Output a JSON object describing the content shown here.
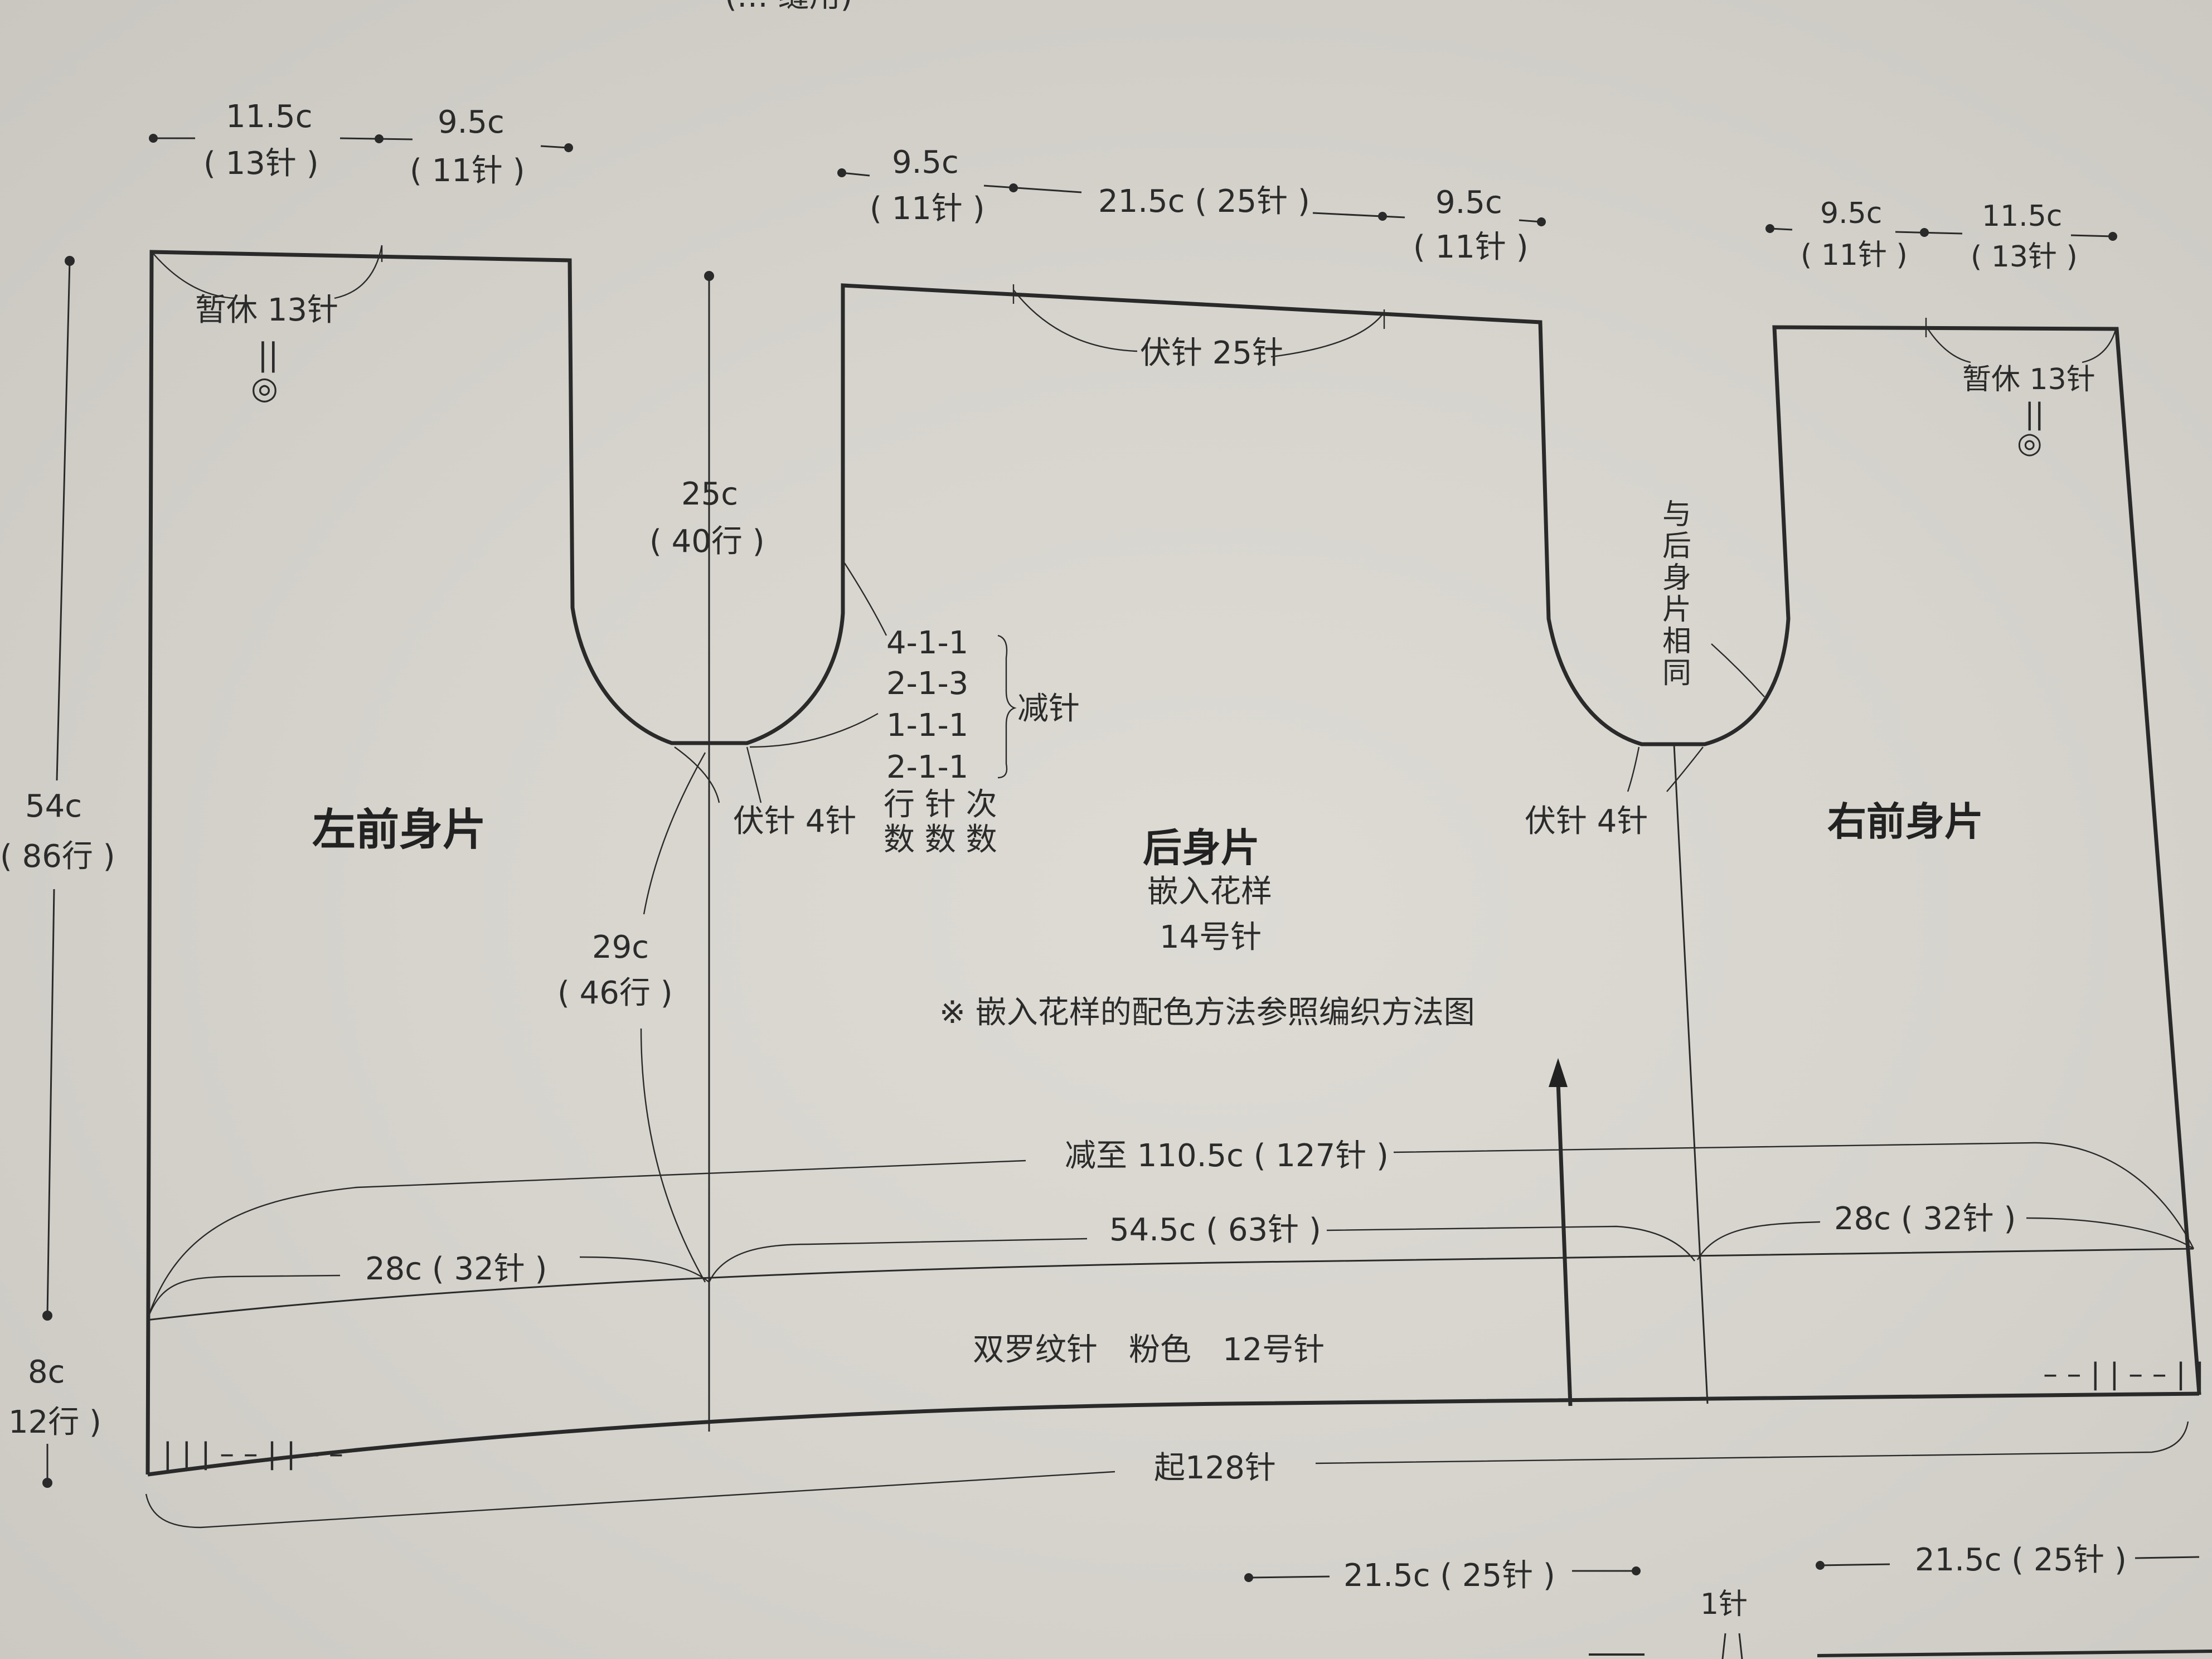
{
  "header_cut": "(… 缝用)",
  "panels": {
    "left_front": {
      "title": "左前身片"
    },
    "back": {
      "title": "后身片",
      "pattern": "嵌入花样",
      "needle": "14号针"
    },
    "right_front": {
      "title": "右前身片"
    }
  },
  "top_left": {
    "w1": "11.5c",
    "w1_st": "( 13针 )",
    "w2": "9.5c",
    "w2_st": "( 11针 )"
  },
  "top_mid": {
    "w1": "9.5c",
    "w1_st": "( 11针 )",
    "w2": "21.5c ( 25针 )",
    "w3": "9.5c",
    "w3_st": "( 11针 )"
  },
  "top_right": {
    "w1": "9.5c",
    "w1_st": "( 11针 )",
    "w2": "11.5c",
    "w2_st": "( 13针 )"
  },
  "holds": {
    "left": "暂休 13针",
    "left_eq": "||",
    "left_sym": "◎",
    "back": "伏针 25针",
    "right": "暂休 13针",
    "right_eq": "||",
    "right_sym": "◎"
  },
  "armhole": {
    "height": "25c",
    "rows": "( 40行 )",
    "decreases": [
      "4-1-1",
      "2-1-3",
      "1-1-1",
      "2-1-1"
    ],
    "decrease_label": "减针",
    "legend": [
      "行 针 次",
      "数 数 数"
    ],
    "bind_off_left": "伏针 4针",
    "bind_off_right": "伏针 4针",
    "same_as_back": "与后身片相同"
  },
  "body_len": {
    "value": "29c",
    "rows": "( 46行 )"
  },
  "total_len": {
    "value": "54c",
    "rows": "( 86行 )"
  },
  "rib_len": {
    "value": "8c",
    "rows": "12行 )"
  },
  "note": "※ 嵌入花样的配色方法参照编织方法图",
  "widths": {
    "reduce_to": "减至 110.5c ( 127针 )",
    "back": "54.5c ( 63针 )",
    "left": "28c ( 32针 )",
    "right": "28c ( 32针 )"
  },
  "rib": {
    "label": "双罗纹针　粉色　12号针",
    "mark_left": "| | | – – | | – –",
    "mark_right": "– – | | – – | | |"
  },
  "cast_on": "起128针",
  "bottom": {
    "left": "21.5c ( 25针 )",
    "right": "21.5c ( 25针 )",
    "one": "1针"
  }
}
